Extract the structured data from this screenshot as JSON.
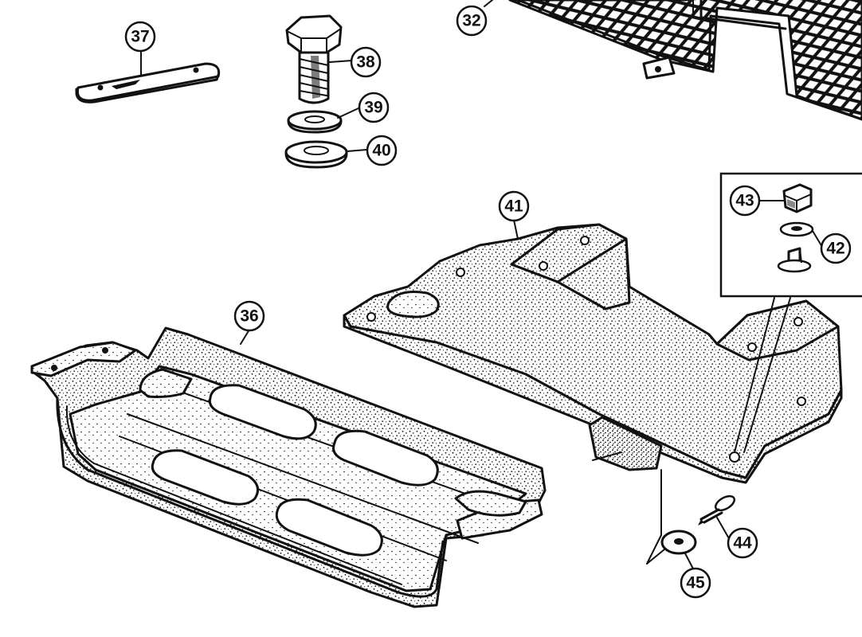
{
  "diagram": {
    "callouts": [
      {
        "id": "c32",
        "label": "32"
      },
      {
        "id": "c36",
        "label": "36"
      },
      {
        "id": "c37",
        "label": "37"
      },
      {
        "id": "c38",
        "label": "38"
      },
      {
        "id": "c39",
        "label": "39"
      },
      {
        "id": "c40",
        "label": "40"
      },
      {
        "id": "c41",
        "label": "41"
      },
      {
        "id": "c42",
        "label": "42"
      },
      {
        "id": "c43",
        "label": "43"
      },
      {
        "id": "c44",
        "label": "44"
      },
      {
        "id": "c45",
        "label": "45"
      }
    ]
  }
}
